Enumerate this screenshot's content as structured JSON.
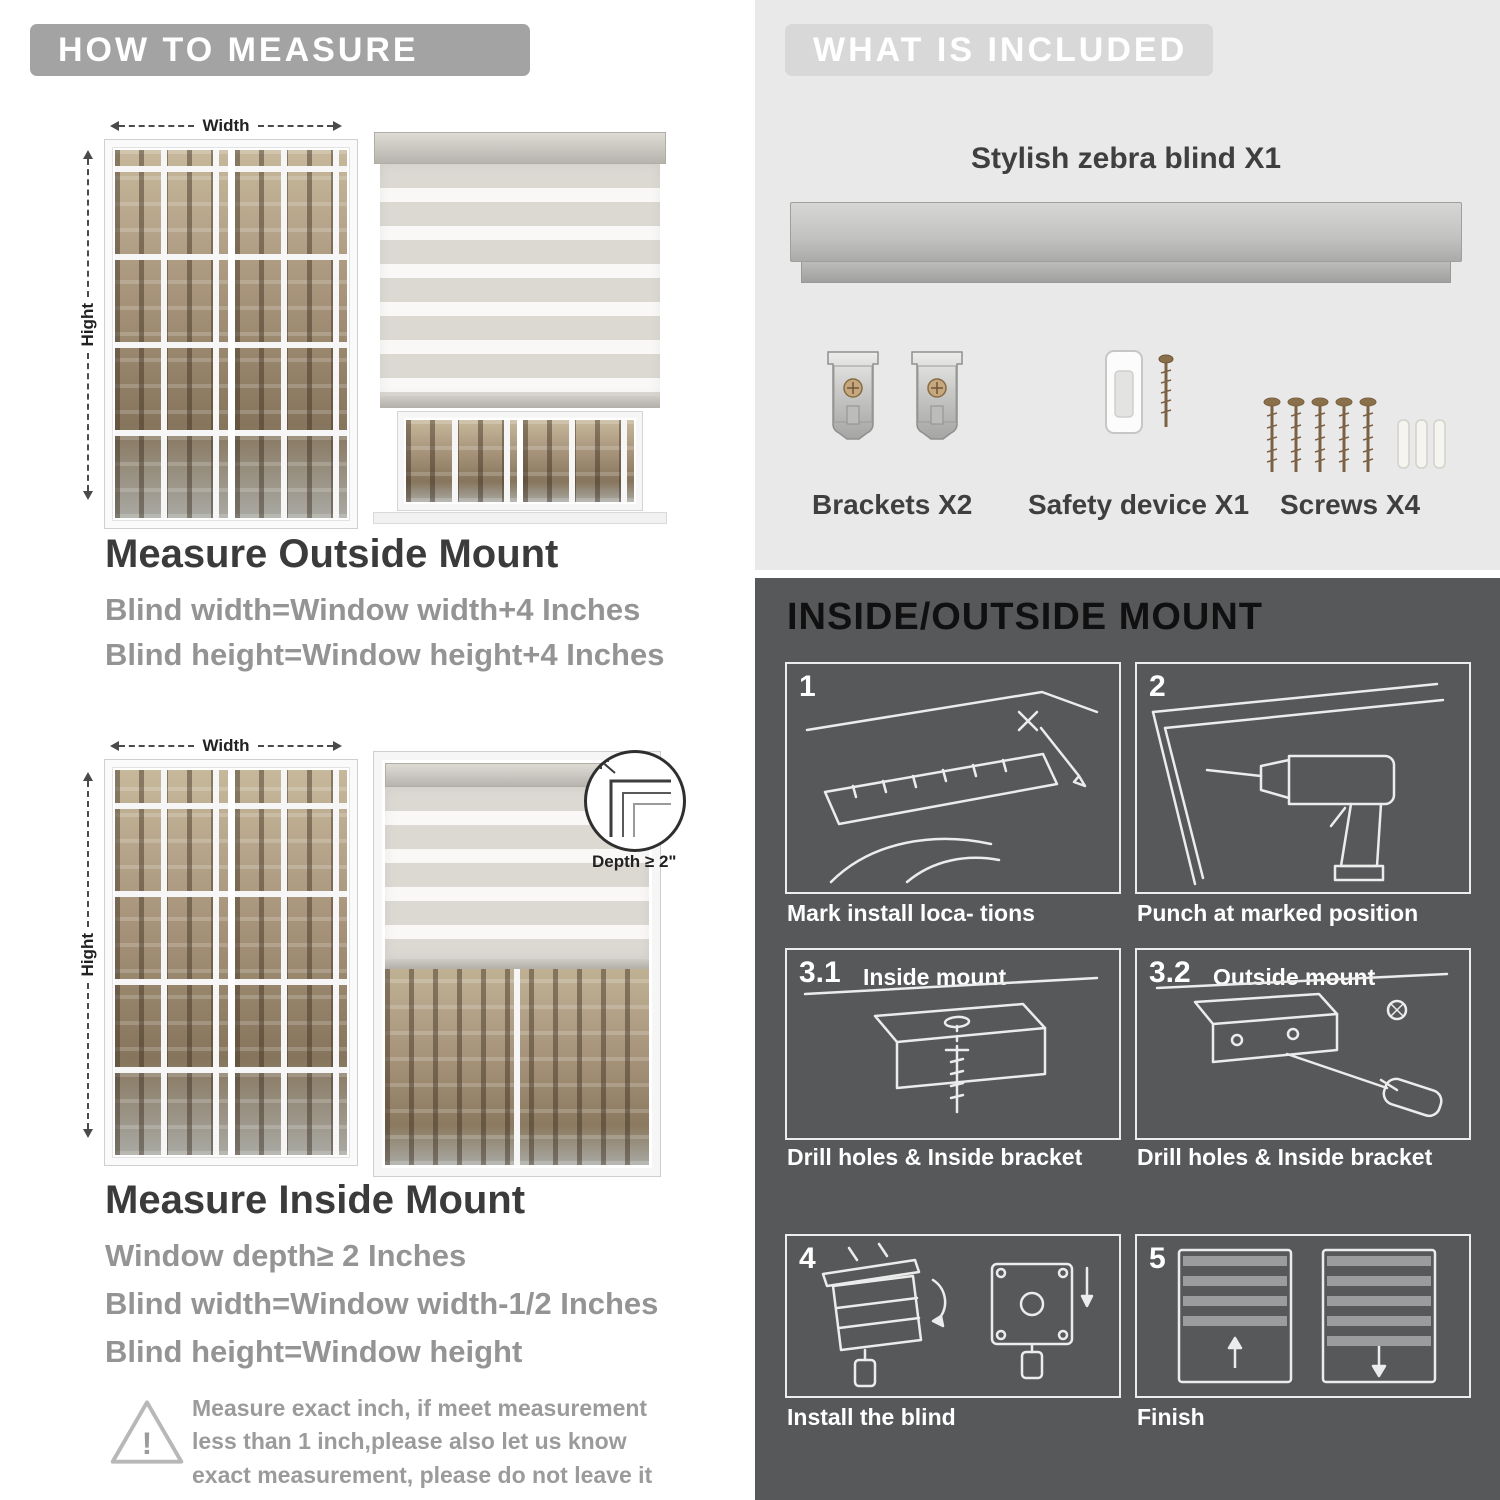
{
  "colors": {
    "banner_gray": "#a3a3a3",
    "included_banner_gray": "#d8d8d8",
    "panel_light": "#e9e9e9",
    "panel_dark": "#57585a",
    "heading_dark": "#3b3b3b",
    "body_gray": "#949494",
    "stripe_gray": "#dcd9d3"
  },
  "left": {
    "header": "HOW TO MEASURE",
    "outside": {
      "width_label": "Width",
      "height_label": "Hight",
      "title": "Measure Outside Mount",
      "line1": "Blind width=Window width+4 Inches",
      "line2": "Blind height=Window height+4 Inches"
    },
    "inside": {
      "width_label": "Width",
      "height_label": "Hight",
      "depth_label": "Depth ≥ 2\"",
      "title": "Measure Inside Mount",
      "line1": "Window depth≥ 2 Inches",
      "line2": "Blind width=Window width-1/2 Inches",
      "line3": "Blind height=Window height"
    },
    "note": {
      "mark": "!",
      "text": "Measure exact inch, if meet measurement less than 1 inch,please also let us know exact measurement, please do not leave it"
    }
  },
  "right": {
    "included": {
      "header": "WHAT IS INCLUDED",
      "blind_label": "Stylish zebra blind X1",
      "items": [
        {
          "label": "Brackets X2"
        },
        {
          "label": "Safety device X1"
        },
        {
          "label": "Screws X4"
        }
      ]
    },
    "mount": {
      "header": "INSIDE/OUTSIDE MOUNT",
      "steps": [
        {
          "num": "1",
          "caption": "Mark install loca- tions"
        },
        {
          "num": "2",
          "caption": "Punch at  marked position"
        },
        {
          "num": "3.1",
          "sub": "Inside mount",
          "caption": "Drill holes &  Inside bracket"
        },
        {
          "num": "3.2",
          "sub": "Outside mount",
          "caption": "Drill holes &  Inside bracket"
        },
        {
          "num": "4",
          "caption": "Install the blind"
        },
        {
          "num": "5",
          "caption": "Finish"
        }
      ]
    }
  }
}
